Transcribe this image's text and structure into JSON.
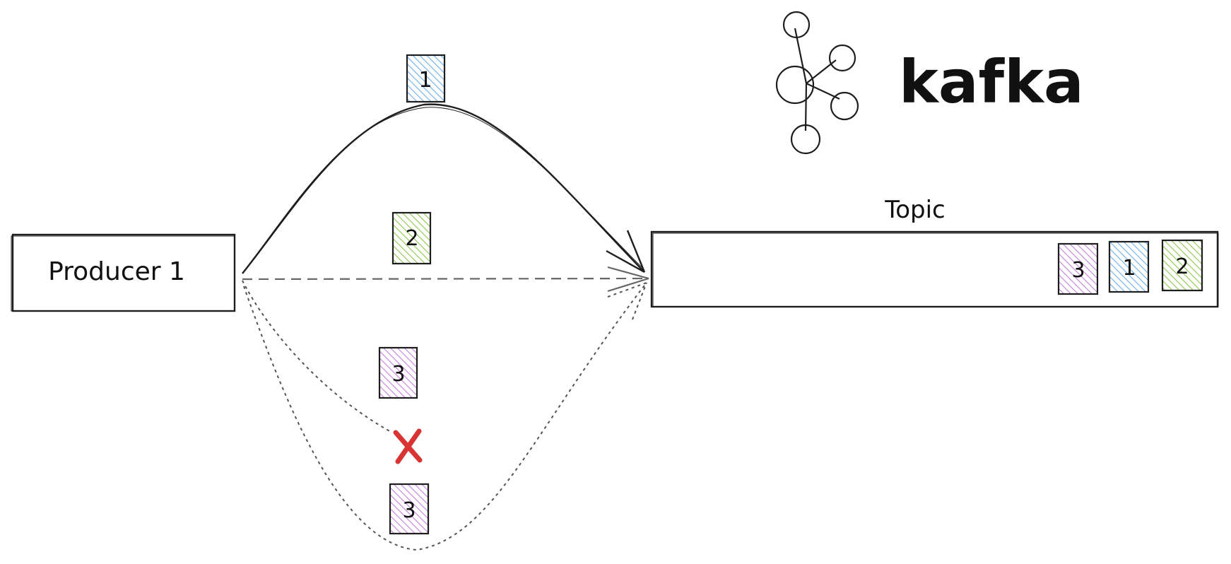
{
  "producer": {
    "label": "Producer 1"
  },
  "topic": {
    "label": "Topic",
    "stored": [
      {
        "label": "3",
        "kind": "purple"
      },
      {
        "label": "1",
        "kind": "blue"
      },
      {
        "label": "2",
        "kind": "green"
      }
    ]
  },
  "logo": {
    "text": "kafka",
    "icon": "kafka-logo-icon"
  },
  "messages": {
    "top": {
      "label": "1",
      "kind": "blue"
    },
    "middle": {
      "label": "2",
      "kind": "green"
    },
    "retry_sent": {
      "label": "3",
      "kind": "purple"
    },
    "retry_resent": {
      "label": "3",
      "kind": "purple"
    }
  },
  "failure": {
    "icon": "red-x-icon",
    "color": "#d93434"
  },
  "colors": {
    "blue": "#6aaef0",
    "green": "#8cc54a",
    "purple": "#c47fe0",
    "stroke": "#1e1e1e",
    "dashed": "#666666"
  }
}
